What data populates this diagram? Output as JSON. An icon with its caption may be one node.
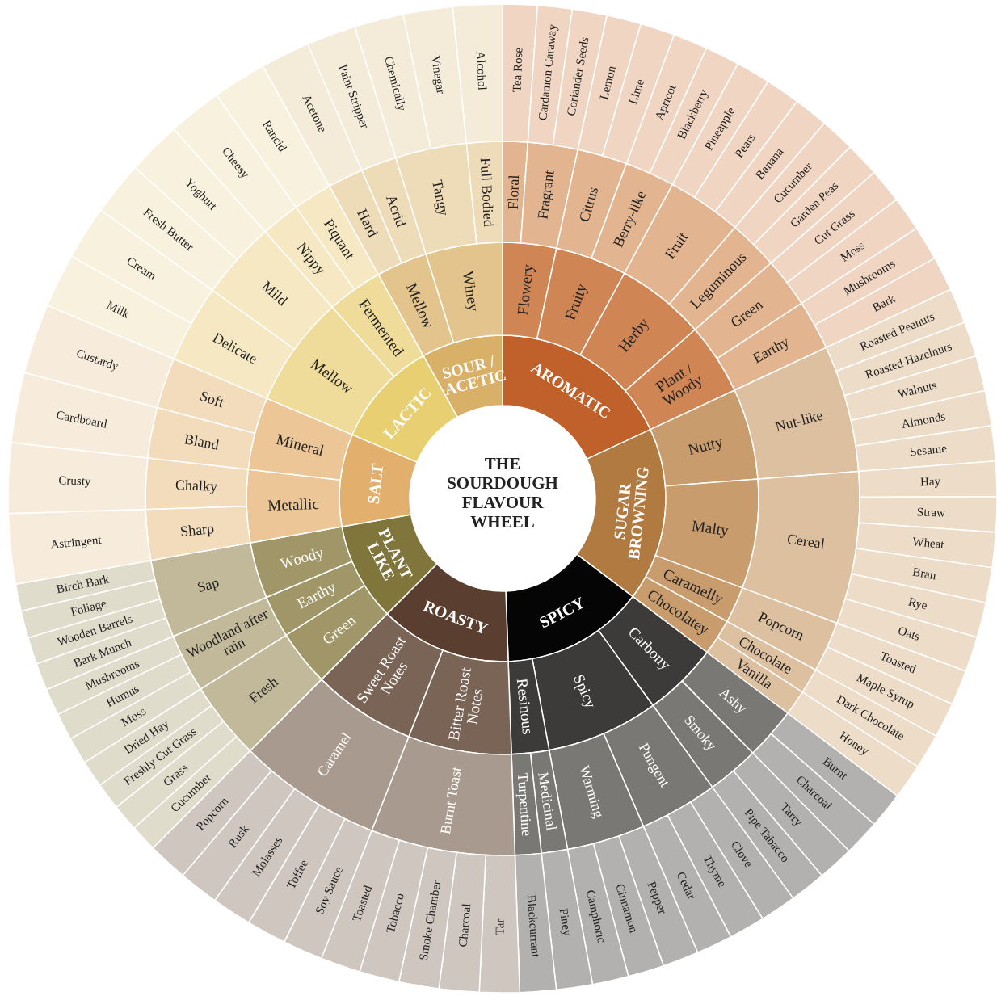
{
  "diagram": {
    "nodes": [
      {
        "text": [
          "THE SOURDOUGH FLAVOUR WHEEL"
        ]
      },
      {
        "text": [
          "AROMATIC"
        ]
      },
      {
        "text": [
          "SUGAR BROWNING"
        ]
      },
      {
        "text": [
          "SPICY"
        ]
      },
      {
        "text": [
          "ROASTY"
        ]
      },
      {
        "text": [
          "PLANT LIKE"
        ]
      },
      {
        "text": [
          "SALT"
        ]
      },
      {
        "text": [
          "LACTIC"
        ]
      },
      {
        "text": [
          "SOUR / ACETIC"
        ]
      },
      {
        "text": [
          "Flowery"
        ]
      },
      {
        "text": [
          "Fruity"
        ]
      },
      {
        "text": [
          "Herby"
        ]
      },
      {
        "text": [
          "Plant / Woody"
        ]
      },
      {
        "text": [
          "Nutty"
        ]
      },
      {
        "text": [
          "Malty"
        ]
      },
      {
        "text": [
          "Caramelly"
        ]
      },
      {
        "text": [
          "Chocolatey"
        ]
      },
      {
        "text": [
          "Carbony"
        ]
      },
      {
        "text": [
          "Spicy"
        ]
      },
      {
        "text": [
          "Resinous"
        ]
      },
      {
        "text": [
          "Bitter Roast Notes"
        ]
      },
      {
        "text": [
          "Sweet Roast Notes"
        ]
      },
      {
        "text": [
          "Green"
        ]
      },
      {
        "text": [
          "Earthy"
        ]
      },
      {
        "text": [
          "Woody"
        ]
      },
      {
        "text": [
          "Metallic"
        ]
      },
      {
        "text": [
          "Mineral"
        ]
      },
      {
        "text": [
          "Mellow"
        ]
      },
      {
        "text": [
          "Fermented"
        ]
      },
      {
        "text": [
          "Mellow"
        ]
      },
      {
        "text": [
          "Winey"
        ]
      },
      {
        "text": [
          "Floral"
        ]
      },
      {
        "text": [
          "Fragrant"
        ]
      },
      {
        "text": [
          "Citrus"
        ]
      },
      {
        "text": [
          "Berry-like"
        ]
      },
      {
        "text": [
          "Fruit"
        ]
      },
      {
        "text": [
          "Leguminous"
        ]
      },
      {
        "text": [
          "Green"
        ]
      },
      {
        "text": [
          "Earthy"
        ]
      },
      {
        "text": [
          "Nut-like"
        ]
      },
      {
        "text": [
          "Cereal"
        ]
      },
      {
        "text": [
          "Popcorn"
        ]
      },
      {
        "text": [
          "Chocolate"
        ]
      },
      {
        "text": [
          "Vanilla"
        ]
      },
      {
        "text": [
          "Ashy"
        ]
      },
      {
        "text": [
          "Smoky"
        ]
      },
      {
        "text": [
          "Pungent"
        ]
      },
      {
        "text": [
          "Warming"
        ]
      },
      {
        "text": [
          "Medicinal"
        ]
      },
      {
        "text": [
          "Turpentine"
        ]
      },
      {
        "text": [
          "Burnt Toast"
        ]
      },
      {
        "text": [
          "Caramel"
        ]
      },
      {
        "text": [
          "Fresh"
        ]
      },
      {
        "text": [
          "Woodland after rain"
        ]
      },
      {
        "text": [
          "Sap"
        ]
      },
      {
        "text": [
          "Sharp"
        ]
      },
      {
        "text": [
          "Chalky"
        ]
      },
      {
        "text": [
          "Bland"
        ]
      },
      {
        "text": [
          "Soft"
        ]
      },
      {
        "text": [
          "Delicate"
        ]
      },
      {
        "text": [
          "Mild"
        ]
      },
      {
        "text": [
          "Nippy"
        ]
      },
      {
        "text": [
          "Piquant"
        ]
      },
      {
        "text": [
          "Hard"
        ]
      },
      {
        "text": [
          "Acrid"
        ]
      },
      {
        "text": [
          "Tangy"
        ]
      },
      {
        "text": [
          "Full Bodied"
        ]
      },
      {
        "text": [
          "Tea Rose"
        ]
      },
      {
        "text": [
          "Cardamon Caraway"
        ]
      },
      {
        "text": [
          "Coriander Seeds"
        ]
      },
      {
        "text": [
          "Lemon"
        ]
      },
      {
        "text": [
          "Lime"
        ]
      },
      {
        "text": [
          "Apricot"
        ]
      },
      {
        "text": [
          "Blackberry"
        ]
      },
      {
        "text": [
          "Pineapple"
        ]
      },
      {
        "text": [
          "Pears"
        ]
      },
      {
        "text": [
          "Banana"
        ]
      },
      {
        "text": [
          "Cucumber"
        ]
      },
      {
        "text": [
          "Garden Peas"
        ]
      },
      {
        "text": [
          "Cut Grass"
        ]
      },
      {
        "text": [
          "Moss"
        ]
      },
      {
        "text": [
          "Mushrooms"
        ]
      },
      {
        "text": [
          "Bark"
        ]
      },
      {
        "text": [
          "Roasted Peanuts"
        ]
      },
      {
        "text": [
          "Roasted Hazelnuts"
        ]
      },
      {
        "text": [
          "Walnuts"
        ]
      },
      {
        "text": [
          "Almonds"
        ]
      },
      {
        "text": [
          "Sesame"
        ]
      },
      {
        "text": [
          "Hay"
        ]
      },
      {
        "text": [
          "Straw"
        ]
      },
      {
        "text": [
          "Wheat"
        ]
      },
      {
        "text": [
          "Bran"
        ]
      },
      {
        "text": [
          "Rye"
        ]
      },
      {
        "text": [
          "Oats"
        ]
      },
      {
        "text": [
          "Toasted"
        ]
      },
      {
        "text": [
          "Maple Syrup"
        ]
      },
      {
        "text": [
          "Dark Chocolate"
        ]
      },
      {
        "text": [
          "Honey"
        ]
      },
      {
        "text": [
          "Burnt"
        ]
      },
      {
        "text": [
          "Charcoal"
        ]
      },
      {
        "text": [
          "Tarry"
        ]
      },
      {
        "text": [
          "Pipe Tabacco"
        ]
      },
      {
        "text": [
          "Clove"
        ]
      },
      {
        "text": [
          "Thyme"
        ]
      },
      {
        "text": [
          "Cedar"
        ]
      },
      {
        "text": [
          "Pepper"
        ]
      },
      {
        "text": [
          "Cinnamon"
        ]
      },
      {
        "text": [
          "Camphoric"
        ]
      },
      {
        "text": [
          "Piney"
        ]
      },
      {
        "text": [
          "Blackcurrant"
        ]
      },
      {
        "text": [
          "Tar"
        ]
      },
      {
        "text": [
          "Charcoal"
        ]
      },
      {
        "text": [
          "Smoke Chamber"
        ]
      },
      {
        "text": [
          "Tobacco"
        ]
      },
      {
        "text": [
          "Toasted"
        ]
      },
      {
        "text": [
          "Soy Sauce"
        ]
      },
      {
        "text": [
          "Toffee"
        ]
      },
      {
        "text": [
          "Molasses"
        ]
      },
      {
        "text": [
          "Rusk"
        ]
      },
      {
        "text": [
          "Popcorn"
        ]
      },
      {
        "text": [
          "Cucumber"
        ]
      },
      {
        "text": [
          "Grass"
        ]
      },
      {
        "text": [
          "Freshly Cut Grass"
        ]
      },
      {
        "text": [
          "Dried Hay"
        ]
      },
      {
        "text": [
          "Moss"
        ]
      },
      {
        "text": [
          "Humus"
        ]
      },
      {
        "text": [
          "Mushrooms"
        ]
      },
      {
        "text": [
          "Bark Munch"
        ]
      },
      {
        "text": [
          "Wooden Barrels"
        ]
      },
      {
        "text": [
          "Foliage"
        ]
      },
      {
        "text": [
          "Birch Bark"
        ]
      },
      {
        "text": [
          "Astringent"
        ]
      },
      {
        "text": [
          "Crusty"
        ]
      },
      {
        "text": [
          "Cardboard"
        ]
      },
      {
        "text": [
          "Custardy"
        ]
      },
      {
        "text": [
          "Milk"
        ]
      },
      {
        "text": [
          "Cream"
        ]
      },
      {
        "text": [
          "Fresh Butter"
        ]
      },
      {
        "text": [
          "Yoghurt"
        ]
      },
      {
        "text": [
          "Cheesy"
        ]
      },
      {
        "text": [
          "Rancid"
        ]
      },
      {
        "text": [
          "Acetone"
        ]
      },
      {
        "text": [
          "Paint Stripper"
        ]
      },
      {
        "text": [
          "Chemically"
        ]
      },
      {
        "text": [
          "Vinegar"
        ]
      },
      {
        "text": [
          "Alcohol"
        ]
      }
    ]
  }
}
